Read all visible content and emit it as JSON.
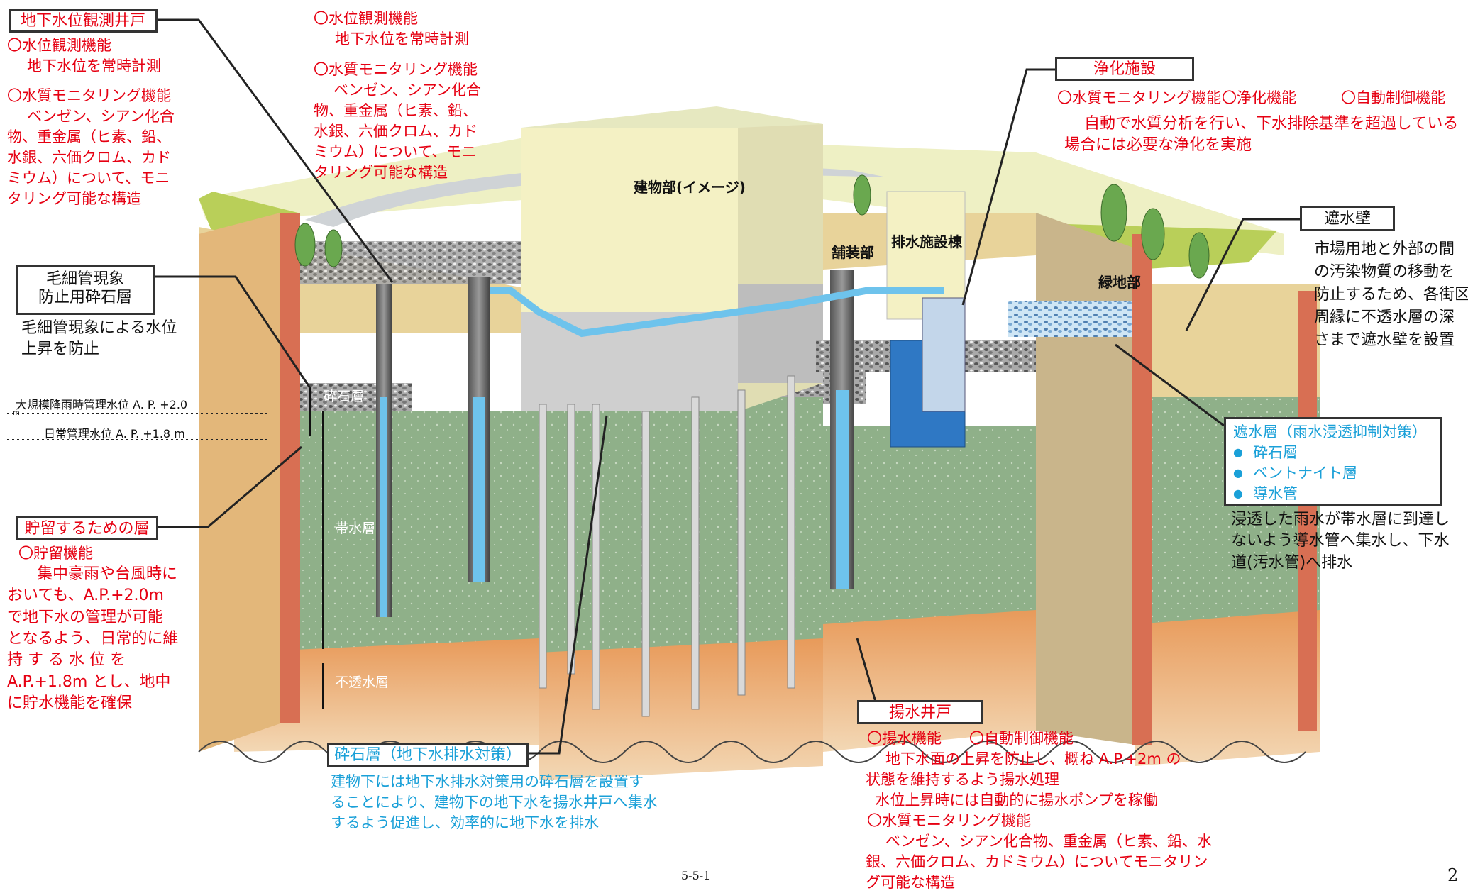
{
  "callouts": {
    "observation_well": {
      "title": "地下水位観測井戸",
      "f1": "〇水位観測機能",
      "f1_desc": "地下水位を常時計測",
      "f2": "〇水質モニタリング機能",
      "f2_desc": "ベンゼン、シアン化合\n物、重金属（ヒ素、鉛、\n水銀、六価クロム、カド\nミウム）について、モニ\nタリング可能な構造"
    },
    "top_center": {
      "f1": "〇水位観測機能",
      "f1_desc": "地下水位を常時計測",
      "f2": "〇水質モニタリング機能",
      "f2_desc": "ベンゼン、シアン化合\n物、重金属（ヒ素、鉛、\n水銀、六価クロム、カド\nミウム）について、モニ\nタリング可能な構造"
    },
    "capillary": {
      "title": "毛細管現象\n防止用砕石層",
      "desc": "毛細管現象による水位\n上昇を防止"
    },
    "storage": {
      "title": "貯留するための層",
      "f1": "〇貯留機能",
      "desc": "集中豪雨や台風時に\nおいても、A.P.+2.0m\nで地下水の管理が可能\nとなるよう、日常的に維\n持 す る 水 位 を\nA.P.+1.8m とし、地中\nに貯水機能を確保"
    },
    "gravel": {
      "title": "砕石層（地下水排水対策）",
      "desc": "建物下には地下水排水対策用の砕石層を設置す\nることにより、建物下の地下水を揚水井戸へ集水\nするよう促進し、効率的に地下水を排水"
    },
    "pumping_well": {
      "title": "揚水井戸",
      "f1": "〇揚水機能",
      "f1b": "〇自動制御機能",
      "desc1": "地下水面の上昇を防止し、概ね A.P.+2m の\n状態を維持するよう揚水処理\n  水位上昇時には自動的に揚水ポンプを稼働",
      "f2": "〇水質モニタリング機能",
      "desc2": "ベンゼン、シアン化合物、重金属（ヒ素、鉛、水\n銀、六価クロム、カドミウム）についてモニタリン\nグ可能な構造"
    },
    "purification": {
      "title": "浄化施設",
      "f1": "〇水質モニタリング機能",
      "f2": "〇浄化機能",
      "f3": "〇自動制御機能",
      "desc": "自動で水質分析を行い、下水排除基準を超過している\n場合には必要な浄化を実施"
    },
    "cutoff_wall": {
      "title": "遮水壁",
      "desc": "市場用地と外部の間\nの汚染物質の移動を\n防止するため、各街区\n周縁に不透水層の深\nさまで遮水壁を設置"
    },
    "cutoff_layer": {
      "title": "遮水層（雨水浸透抑制対策）",
      "items": [
        "砕石層",
        "ベントナイト層",
        "導水管"
      ],
      "desc": "浸透した雨水が帯水層に到達し\nないよう導水管へ集水し、下水\n道(汚水管)へ排水"
    }
  },
  "labels": {
    "building": "建物部(イメージ)",
    "pavement": "舗装部",
    "drainage_building": "排水施設棟",
    "green": "緑地部",
    "gravel_layer": "砕石層",
    "aquifer": "帯水層",
    "impermeable": "不透水層",
    "level_large": "大規模降雨時管理水位 A. P. +2.0",
    "level_large_unit": "m",
    "level_daily": "日常管理水位 A. P. +1.8 m"
  },
  "footer": {
    "page_ref": "5-5-1",
    "page_num": "2"
  },
  "colors": {
    "callout_red": "#e60012",
    "callout_blue": "#1aa0d8",
    "aquifer_green": "#8dae86",
    "sand": "#e8d39a",
    "clay": "#e3a064",
    "wall": "#d86f53",
    "pipe_blue": "#6ec3ec"
  }
}
